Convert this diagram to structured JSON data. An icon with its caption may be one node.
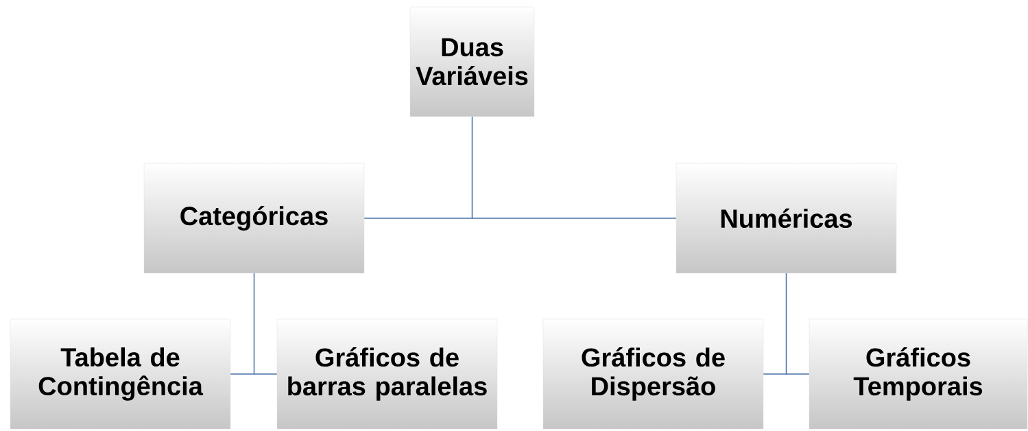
{
  "diagram": {
    "nodes": [
      {
        "text": [
          "Duas Variáveis"
        ]
      },
      {
        "text": [
          "Categóricas"
        ]
      },
      {
        "text": [
          "Numéricas"
        ]
      },
      {
        "text": [
          "Tabela de Contingência"
        ]
      },
      {
        "text": [
          "Gráficos de barras paralelas"
        ]
      },
      {
        "text": [
          "Gráficos de Dispersão"
        ]
      },
      {
        "text": [
          "Gráficos Temporais"
        ]
      }
    ],
    "edges": [
      {
        "from": 0,
        "to": 1,
        "arrow": "none"
      },
      {
        "from": 0,
        "to": 2,
        "arrow": "none"
      },
      {
        "from": 1,
        "to": 3,
        "arrow": "none"
      },
      {
        "from": 1,
        "to": 4,
        "arrow": "none"
      },
      {
        "from": 2,
        "to": 5,
        "arrow": "none"
      },
      {
        "from": 2,
        "to": 6,
        "arrow": "none"
      }
    ]
  }
}
